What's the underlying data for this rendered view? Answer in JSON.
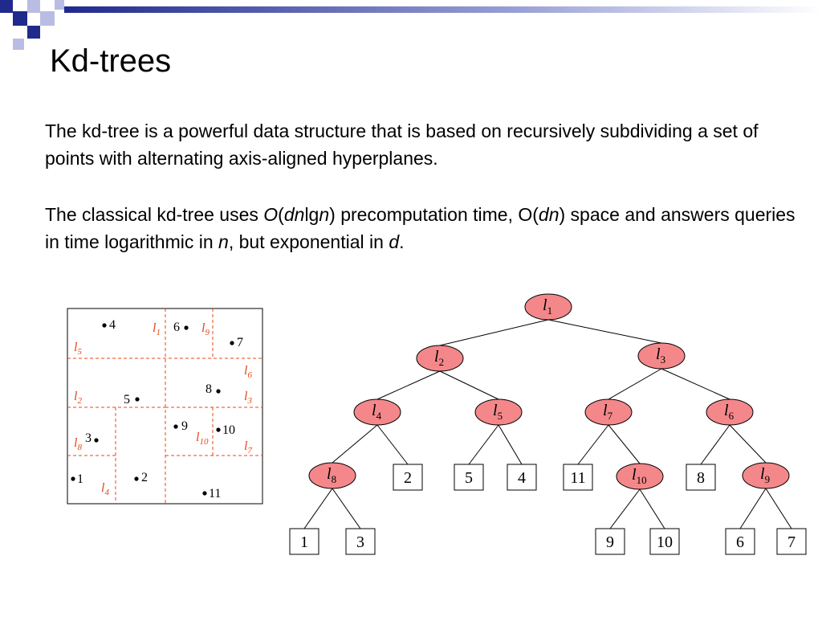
{
  "slide": {
    "title": "Kd-trees",
    "paragraph1": "The kd-tree is a powerful data structure that is based on recursively subdividing a set of points with alternating axis-aligned hyperplanes.",
    "paragraph2": {
      "t1": "The classical kd-tree uses ",
      "O": "O",
      "t2": "(",
      "dn": "dn",
      "lg": "lg",
      "n1": "n",
      "t3": ") precomputation time, O(",
      "dn2": "dn",
      "t4": ") space and answers queries in time logarithmic in ",
      "n2": "n",
      "t5": ", but exponential in ",
      "d": "d",
      "t6": "."
    }
  },
  "colors": {
    "partition_line": "#e8471a",
    "node_fill": "#f4878a",
    "edge": "#000000",
    "deco_dark": "#1f2a8c",
    "deco_light": "#b9bde3"
  },
  "plane": {
    "points": [
      "4",
      "6",
      "7",
      "8",
      "5",
      "9",
      "10",
      "3",
      "1",
      "2",
      "11"
    ],
    "lines": [
      {
        "base": "l",
        "sub": "1"
      },
      {
        "base": "l",
        "sub": "9"
      },
      {
        "base": "l",
        "sub": "5"
      },
      {
        "base": "l",
        "sub": "6"
      },
      {
        "base": "l",
        "sub": "2"
      },
      {
        "base": "l",
        "sub": "3"
      },
      {
        "base": "l",
        "sub": "10"
      },
      {
        "base": "l",
        "sub": "7"
      },
      {
        "base": "l",
        "sub": "8"
      },
      {
        "base": "l",
        "sub": "4"
      }
    ]
  },
  "tree": {
    "internal": [
      {
        "id": "l1",
        "base": "l",
        "sub": "1"
      },
      {
        "id": "l2",
        "base": "l",
        "sub": "2"
      },
      {
        "id": "l3",
        "base": "l",
        "sub": "3"
      },
      {
        "id": "l4",
        "base": "l",
        "sub": "4"
      },
      {
        "id": "l5",
        "base": "l",
        "sub": "5"
      },
      {
        "id": "l7",
        "base": "l",
        "sub": "7"
      },
      {
        "id": "l6",
        "base": "l",
        "sub": "6"
      },
      {
        "id": "l8",
        "base": "l",
        "sub": "8"
      },
      {
        "id": "l10",
        "base": "l",
        "sub": "10"
      },
      {
        "id": "l9",
        "base": "l",
        "sub": "9"
      }
    ],
    "leaves": [
      {
        "id": "leaf2",
        "label": "2"
      },
      {
        "id": "leaf5",
        "label": "5"
      },
      {
        "id": "leaf4",
        "label": "4"
      },
      {
        "id": "leaf11",
        "label": "11"
      },
      {
        "id": "leaf8",
        "label": "8"
      },
      {
        "id": "leaf1",
        "label": "1"
      },
      {
        "id": "leaf3",
        "label": "3"
      },
      {
        "id": "leaf9",
        "label": "9"
      },
      {
        "id": "leaf10",
        "label": "10"
      },
      {
        "id": "leaf6",
        "label": "6"
      },
      {
        "id": "leaf7",
        "label": "7"
      }
    ],
    "edges": [
      [
        "l1",
        "l2"
      ],
      [
        "l1",
        "l3"
      ],
      [
        "l2",
        "l4"
      ],
      [
        "l2",
        "l5"
      ],
      [
        "l3",
        "l7"
      ],
      [
        "l3",
        "l6"
      ],
      [
        "l4",
        "l8"
      ],
      [
        "l4",
        "leaf2"
      ],
      [
        "l5",
        "leaf5"
      ],
      [
        "l5",
        "leaf4"
      ],
      [
        "l7",
        "leaf11"
      ],
      [
        "l7",
        "l10"
      ],
      [
        "l6",
        "leaf8"
      ],
      [
        "l6",
        "l9"
      ],
      [
        "l8",
        "leaf1"
      ],
      [
        "l8",
        "leaf3"
      ],
      [
        "l10",
        "leaf9"
      ],
      [
        "l10",
        "leaf10"
      ],
      [
        "l9",
        "leaf6"
      ],
      [
        "l9",
        "leaf7"
      ]
    ]
  }
}
